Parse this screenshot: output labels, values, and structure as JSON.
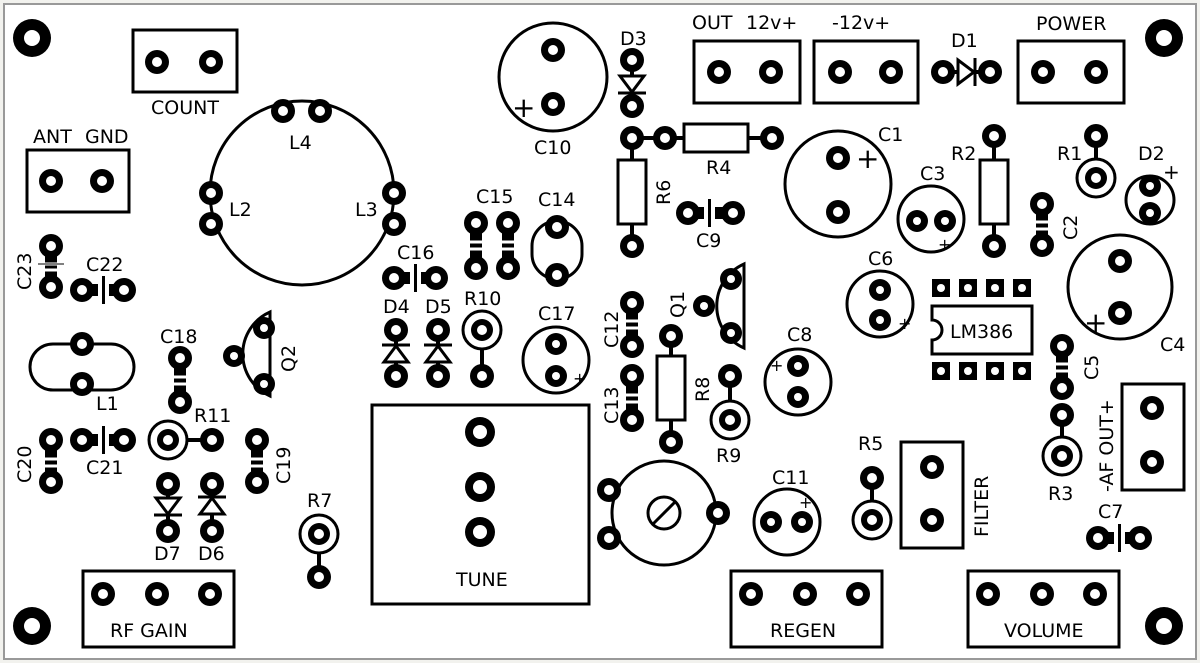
{
  "connectors": {
    "count": "COUNT",
    "ant": "ANT",
    "gnd": "GND",
    "out": "OUT",
    "plus12": "12v+",
    "minus12": "-12v+",
    "power": "POWER",
    "filter": "FILTER",
    "af_out": "-AF OUT+",
    "rf_gain": "RF GAIN",
    "regen": "REGEN",
    "volume": "VOLUME",
    "tune": "TUNE"
  },
  "ic": {
    "name": "LM386"
  },
  "polarity": {
    "plus": "+"
  },
  "ref": {
    "c1": "C1",
    "c2": "C2",
    "c3": "C3",
    "c4": "C4",
    "c5": "C5",
    "c6": "C6",
    "c7": "C7",
    "c8": "C8",
    "c9": "C9",
    "c10": "C10",
    "c11": "C11",
    "c12": "C12",
    "c13": "C13",
    "c14": "C14",
    "c15": "C15",
    "c16": "C16",
    "c17": "C17",
    "c18": "C18",
    "c19": "C19",
    "c20": "C20",
    "c21": "C21",
    "c22": "C22",
    "c23": "C23",
    "r1": "R1",
    "r2": "R2",
    "r3": "R3",
    "r4": "R4",
    "r5": "R5",
    "r6": "R6",
    "r7": "R7",
    "r8": "R8",
    "r9": "R9",
    "r10": "R10",
    "r11": "R11",
    "d1": "D1",
    "d2": "D2",
    "d3": "D3",
    "d4": "D4",
    "d5": "D5",
    "d6": "D6",
    "d7": "D7",
    "l1": "L1",
    "l2": "L2",
    "l3": "L3",
    "l4": "L4",
    "q1": "Q1",
    "q2": "Q2"
  }
}
